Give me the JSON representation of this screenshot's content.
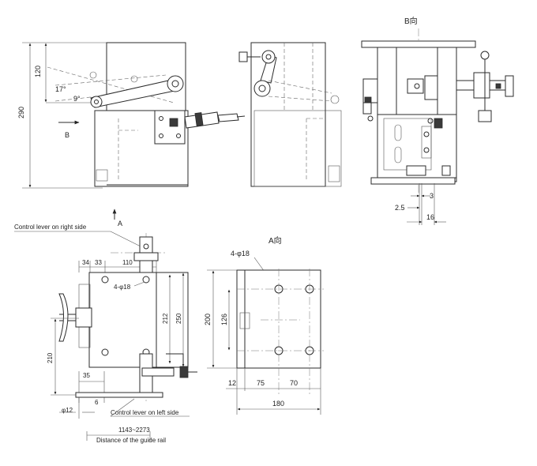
{
  "views": {
    "view_b_title": "B向",
    "view_a_title": "A向",
    "dir_a": "A",
    "dir_b": "B"
  },
  "dims_top": {
    "d120": "120",
    "d290": "290",
    "ang17": "17°",
    "ang9": "9°",
    "d3": "3",
    "d2_5": "2.5",
    "d16": "16"
  },
  "dims_bottom_left": {
    "control_right": "Control lever on right side",
    "control_left": "Control lever on left side",
    "d34": "34",
    "d33": "33",
    "d110": "110",
    "holes": "4-φ18",
    "d212": "212",
    "d250": "250",
    "d210": "210",
    "d35": "35",
    "d6": "6",
    "phi12": "φ12",
    "rail_range": "1143~2273",
    "rail_label": "Distance of the guide rail"
  },
  "dims_a_view": {
    "holes": "4-φ18",
    "d200": "200",
    "d126": "126",
    "d12": "12",
    "d75": "75",
    "d70": "70",
    "d180": "180"
  }
}
